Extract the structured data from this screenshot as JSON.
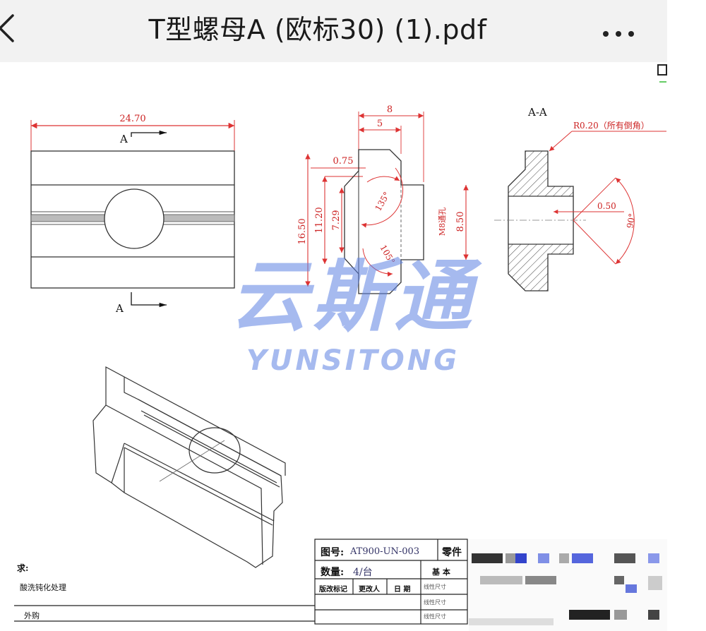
{
  "header": {
    "title": "T型螺母A (欧标30) (1).pdf"
  },
  "drawing": {
    "top_view": {
      "width_dim": "24.70",
      "section_label_top": "A",
      "section_label_bottom": "A"
    },
    "side_view": {
      "dim_8": "8",
      "dim_5": "5",
      "dim_075": "0.75",
      "dim_1650": "16.50",
      "dim_1120": "11.20",
      "dim_729": "7.29",
      "dim_850": "8.50",
      "angle_135": "135°",
      "angle_105": "105°",
      "thread_label": "M8通孔"
    },
    "section_view": {
      "label": "A-A",
      "radius_note": "R0.20（所有倒角）",
      "dim_050": "0.50",
      "angle_90": "90°"
    }
  },
  "watermark": {
    "chinese": "云斯通",
    "english": "YUNSITONG"
  },
  "title_block": {
    "drawing_no_label": "图号:",
    "drawing_no_value": "AT900-UN-003",
    "part_label": "零件",
    "qty_label": "数量:",
    "qty_value": "4/台",
    "basic_label": "基  本",
    "col_revision_mark": "版改标记",
    "col_changed_by": "更改人",
    "col_date": "日 期",
    "row_note": "线性尺寸",
    "requirements_label": "求:",
    "requirements_text": "酸洗钝化处理",
    "purchase_label": "外购"
  }
}
